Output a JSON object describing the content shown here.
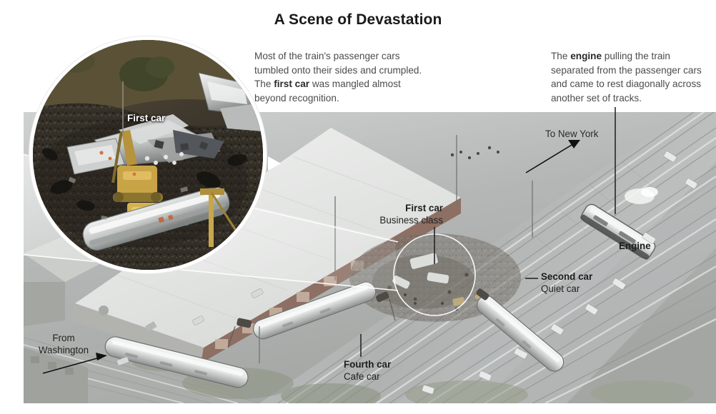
{
  "title": "A Scene of Devastation",
  "captions": {
    "left": {
      "part1": "Most of the train's passenger cars tumbled onto their sides and crumpled. The ",
      "bold": "first car",
      "part2": " was mangled almost beyond recognition."
    },
    "right": {
      "part1": "The ",
      "bold": "engine",
      "part2": " pulling the train separated from the passenger cars and came to rest diagonally across another set of tracks."
    }
  },
  "inset": {
    "label": "First car"
  },
  "map_labels": {
    "first_car": {
      "title": "First car",
      "subtitle": "Business class"
    },
    "second_car": {
      "title": "Second car",
      "subtitle": "Quiet car"
    },
    "fourth_car": {
      "title": "Fourth car",
      "subtitle": "Cafe car"
    },
    "engine": "Engine",
    "to_new_york": "To New York",
    "from_washington_line1": "From",
    "from_washington_line2": "Washington"
  },
  "colors": {
    "background": "#ffffff",
    "title_text": "#1a1a1a",
    "caption_text": "#4c4c4c",
    "label_text": "#1d1d1d",
    "inset_label_text": "#ffffff",
    "leader_line": "#1c1c1c",
    "highlight_ring": "#ffffff",
    "ground": "#b9bcbb",
    "rail_ballast": "#a9acab",
    "train_car": "#e9ebea",
    "debris": "#6f6a62"
  }
}
